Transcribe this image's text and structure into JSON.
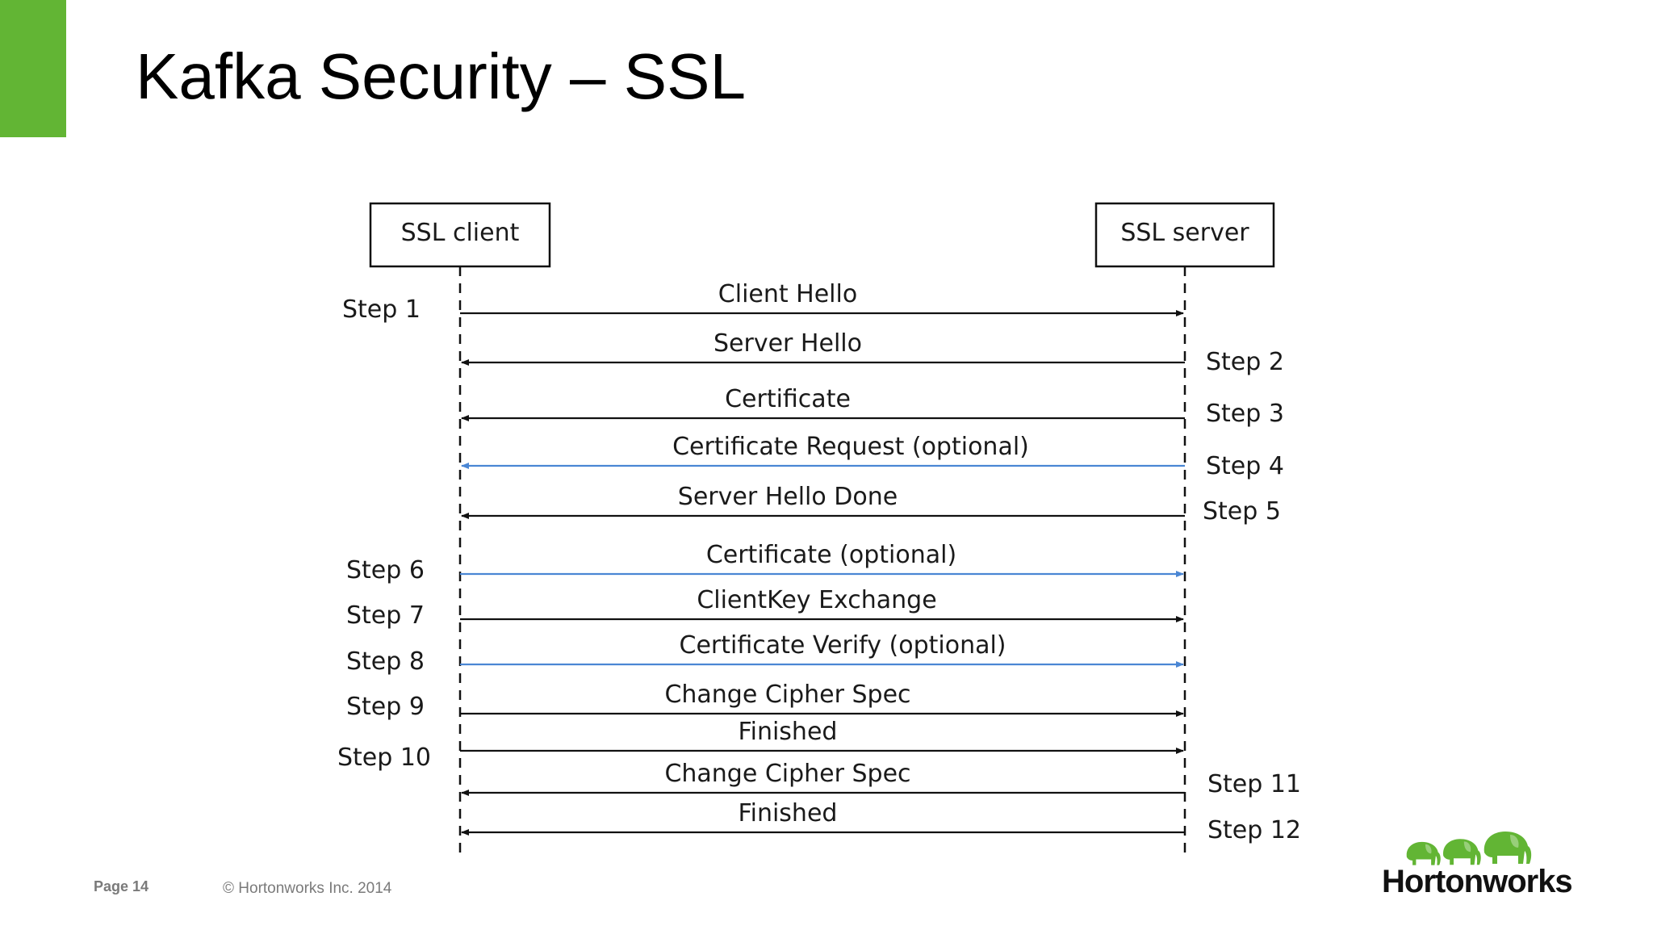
{
  "slide": {
    "title": "Kafka Security – SSL",
    "accent_color": "#62b534"
  },
  "diagram": {
    "client_label": "SSL client",
    "server_label": "SSL server",
    "line_color": "#111111",
    "optional_color": "#4a86d4",
    "messages": [
      {
        "label": "Client Hello",
        "direction": "to-server",
        "optional": false,
        "step": "Step 1"
      },
      {
        "label": "Server Hello",
        "direction": "to-client",
        "optional": false,
        "step": "Step 2"
      },
      {
        "label": "Certificate",
        "direction": "to-client",
        "optional": false,
        "step": "Step 3"
      },
      {
        "label": "Certificate Request (optional)",
        "direction": "to-client",
        "optional": true,
        "step": "Step 4"
      },
      {
        "label": "Server Hello Done",
        "direction": "to-client",
        "optional": false,
        "step": "Step 5"
      },
      {
        "label": "Certificate (optional)",
        "direction": "to-server",
        "optional": true,
        "step": "Step 6"
      },
      {
        "label": "ClientKey Exchange",
        "direction": "to-server",
        "optional": false,
        "step": "Step 7"
      },
      {
        "label": "Certificate Verify (optional)",
        "direction": "to-server",
        "optional": true,
        "step": "Step 8"
      },
      {
        "label": "Change Cipher Spec",
        "direction": "to-server",
        "optional": false,
        "step": "Step 9"
      },
      {
        "label": "Finished",
        "direction": "to-server",
        "optional": false,
        "step": "Step 10"
      },
      {
        "label": "Change Cipher Spec",
        "direction": "to-client",
        "optional": false,
        "step": "Step 11"
      },
      {
        "label": "Finished",
        "direction": "to-client",
        "optional": false,
        "step": "Step 12"
      }
    ]
  },
  "footer": {
    "page": "Page 14",
    "copyright": "© Hortonworks Inc. 2014"
  },
  "logo": {
    "name": "Hortonworks",
    "icon": "elephants-icon",
    "icon_color": "#62b534"
  }
}
